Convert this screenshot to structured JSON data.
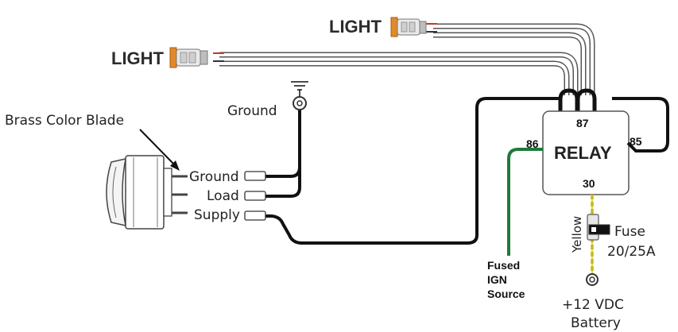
{
  "labels": {
    "light_top": "LIGHT",
    "light_left": "LIGHT",
    "ground_symbol": "Ground",
    "brass_blade": "Brass Color Blade",
    "switch_ground": "Ground",
    "switch_load": "Load",
    "switch_supply": "Supply",
    "relay": "RELAY",
    "pin_87": "87",
    "pin_86": "86",
    "pin_85": "85",
    "pin_30": "30",
    "fused_line1": "Fused",
    "fused_line2": "IGN",
    "fused_line3": "Source",
    "yellow": "Yellow",
    "fuse_line1": "Fuse",
    "fuse_line2": "20/25A",
    "battery_line1": "+12 VDC",
    "battery_line2": "Battery"
  },
  "colors": {
    "wire_black": "#111111",
    "wire_green": "#1f7a3a",
    "wire_yellow": "#d9cf1a",
    "connector_orange": "#e08a2a",
    "outline_gray": "#555555"
  }
}
